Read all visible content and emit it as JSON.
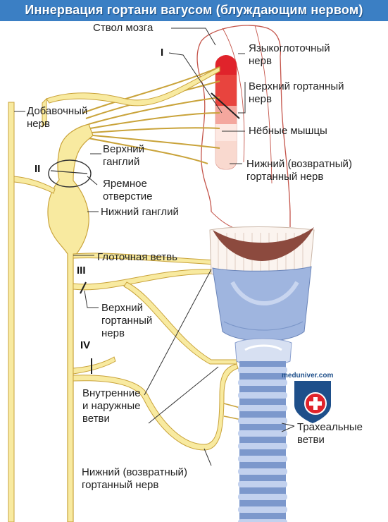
{
  "title": "Иннервация гортани вагусом (блуждающим нервом)",
  "watermark": "meduniver.com",
  "colors": {
    "title_bar": "#3b7fc4",
    "nerve_fill": "#f8eaa0",
    "nerve_stroke": "#c9a33a",
    "brainstem_outline": "#c4544a",
    "nucleus_red": "#e0232b",
    "nucleus_pink": "#f5c8c0",
    "larynx_blue": "#9fb5df",
    "epiglottis_brown": "#8c4a3e"
  },
  "roman_numerals": {
    "i": "I",
    "ii": "II",
    "iii": "III",
    "iv": "IV"
  },
  "labels": {
    "brainstem": "Ствол мозга",
    "glossopharyngeal_1": "Языкоглоточный",
    "glossopharyngeal_2": "нерв",
    "superior_laryngeal_top_1": "Верхний гортанный",
    "superior_laryngeal_top_2": "нерв",
    "palatine_muscles": "Нёбные мышцы",
    "recurrent_top_1": "Нижний (возвратный)",
    "recurrent_top_2": "гортанный нерв",
    "accessory_1": "Добавочный",
    "accessory_2": "нерв",
    "superior_ganglion_1": "Верхний",
    "superior_ganglion_2": "ганглий",
    "jugular_foramen_1": "Яремное",
    "jugular_foramen_2": "отверстие",
    "inferior_ganglion": "Нижний ганглий",
    "pharyngeal_branch": "Глоточная ветвь",
    "superior_laryngeal_1": "Верхний",
    "superior_laryngeal_2": "гортанный",
    "superior_laryngeal_3": "нерв",
    "internal_external_1": "Внутренние",
    "internal_external_2": "и наружные",
    "internal_external_3": "ветви",
    "tracheal_1": "Трахеальные",
    "tracheal_2": "ветви",
    "recurrent_1": "Нижний (возвратный)",
    "recurrent_2": "гортанный нерв"
  }
}
